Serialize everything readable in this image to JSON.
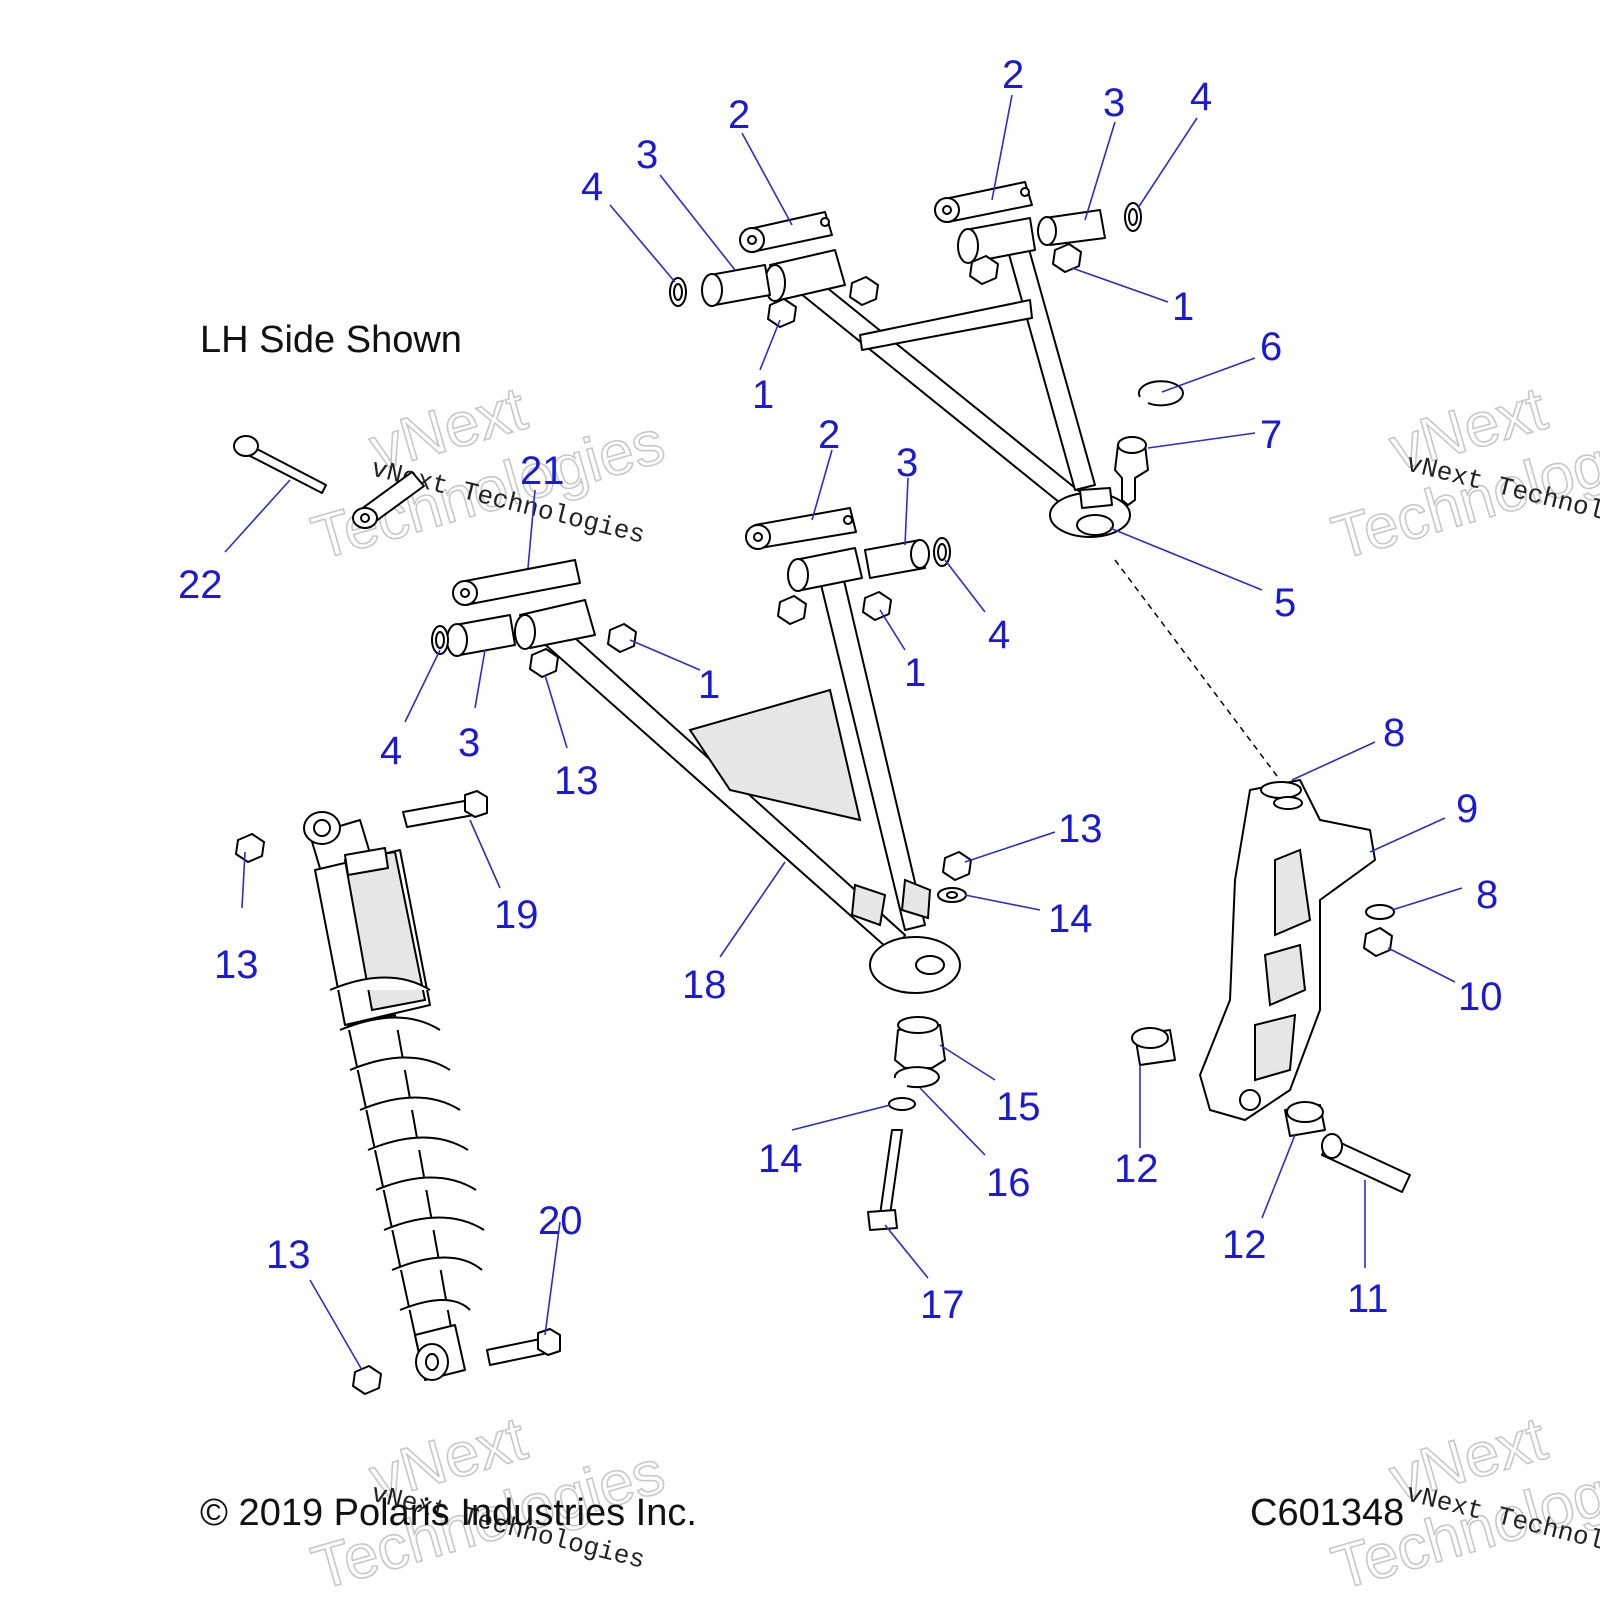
{
  "diagram": {
    "side_note": "LH Side Shown",
    "copyright": "© 2019 Polaris Industries Inc.",
    "figure_code": "C601348",
    "watermark": {
      "line1": "vNext",
      "line2": "Technologies",
      "small": "vNext Technologies"
    },
    "callouts": {
      "c1": "2",
      "c2": "3",
      "c3": "4",
      "c4": "1",
      "c5": "2",
      "c6": "3",
      "c7": "4",
      "c8": "1",
      "c9": "6",
      "c10": "7",
      "c11": "5",
      "c12": "21",
      "c13": "22",
      "c14": "2",
      "c15": "3",
      "c16": "4",
      "c17": "1",
      "c18": "1",
      "c19": "4",
      "c20": "3",
      "c21": "13",
      "c22": "8",
      "c23": "9",
      "c24": "8",
      "c25": "10",
      "c26": "13",
      "c27": "14",
      "c28": "18",
      "c29": "19",
      "c30": "13",
      "c31": "15",
      "c32": "16",
      "c33": "14",
      "c34": "17",
      "c35": "12",
      "c36": "12",
      "c37": "11",
      "c38": "20",
      "c39": "13"
    }
  }
}
